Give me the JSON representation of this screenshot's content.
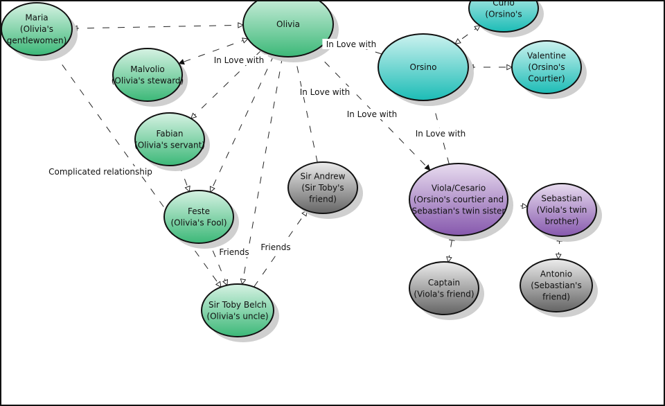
{
  "groups": {
    "olivia_household": {
      "top": "#d6f2e3",
      "bottom": "#3cb878"
    },
    "orsino_court": {
      "top": "#ccf2ef",
      "bottom": "#1cbcb6"
    },
    "twins": {
      "top": "#e8dcef",
      "bottom": "#8658ad"
    },
    "other": {
      "top": "#ececec",
      "bottom": "#646464"
    }
  },
  "nodes": [
    {
      "id": "maria",
      "group": "olivia_household",
      "lines": [
        "Maria",
        "(Olivia's",
        "gentlewomen)"
      ]
    },
    {
      "id": "olivia",
      "group": "olivia_household",
      "lines": [
        "Olivia"
      ]
    },
    {
      "id": "malvolio",
      "group": "olivia_household",
      "lines": [
        "Malvolio",
        "(Olivia's steward)"
      ]
    },
    {
      "id": "fabian",
      "group": "olivia_household",
      "lines": [
        "Fabian",
        "(Olivia's servant)"
      ]
    },
    {
      "id": "feste",
      "group": "olivia_household",
      "lines": [
        "Feste",
        "(Olivia's Fool)"
      ]
    },
    {
      "id": "toby",
      "group": "olivia_household",
      "lines": [
        "Sir Toby Belch",
        "(Olivia's uncle)"
      ]
    },
    {
      "id": "andrew",
      "group": "other",
      "lines": [
        "Sir Andrew",
        "(Sir Toby's",
        "friend)"
      ]
    },
    {
      "id": "orsino",
      "group": "orsino_court",
      "lines": [
        "Orsino"
      ]
    },
    {
      "id": "curio",
      "group": "orsino_court",
      "lines": [
        "Curio",
        "(Orsino's"
      ]
    },
    {
      "id": "valentine",
      "group": "orsino_court",
      "lines": [
        "Valentine",
        "(Orsino's",
        "Courtier)"
      ]
    },
    {
      "id": "viola",
      "group": "twins",
      "lines": [
        "Viola/Cesario",
        "(Orsino's courtier and",
        "Sebastian's twin sister"
      ]
    },
    {
      "id": "sebastian",
      "group": "twins",
      "lines": [
        "Sebastian",
        "(Viola's twin",
        "brother)"
      ]
    },
    {
      "id": "captain",
      "group": "other",
      "lines": [
        "Captain",
        "(Viola's friend)"
      ]
    },
    {
      "id": "antonio",
      "group": "other",
      "lines": [
        "Antonio",
        "(Sebastian's",
        "friend)"
      ]
    }
  ],
  "edges": [
    {
      "from": "maria",
      "to": "olivia",
      "label": "",
      "both": true
    },
    {
      "from": "maria",
      "to": "toby",
      "label": "Complicated relationship"
    },
    {
      "from": "olivia",
      "to": "malvolio",
      "label": "In Love with",
      "both": true
    },
    {
      "from": "olivia",
      "to": "fabian",
      "label": ""
    },
    {
      "from": "olivia",
      "to": "feste",
      "label": ""
    },
    {
      "from": "olivia",
      "to": "toby",
      "label": ""
    },
    {
      "from": "fabian",
      "to": "feste",
      "label": ""
    },
    {
      "from": "andrew",
      "to": "olivia",
      "label": "In Love with"
    },
    {
      "from": "orsino",
      "to": "olivia",
      "label": "In Love with"
    },
    {
      "from": "olivia",
      "to": "viola",
      "label": "In Love with"
    },
    {
      "from": "viola",
      "to": "orsino",
      "label": "In Love with"
    },
    {
      "from": "toby",
      "to": "feste",
      "label": "Friends",
      "both": true
    },
    {
      "from": "toby",
      "to": "andrew",
      "label": "Friends"
    },
    {
      "from": "curio",
      "to": "orsino",
      "label": "",
      "both": true
    },
    {
      "from": "orsino",
      "to": "valentine",
      "label": "",
      "both": true
    },
    {
      "from": "sebastian",
      "to": "viola",
      "label": "",
      "both": true
    },
    {
      "from": "captain",
      "to": "viola",
      "label": "",
      "both": true
    },
    {
      "from": "antonio",
      "to": "sebastian",
      "label": "",
      "both": true
    }
  ]
}
